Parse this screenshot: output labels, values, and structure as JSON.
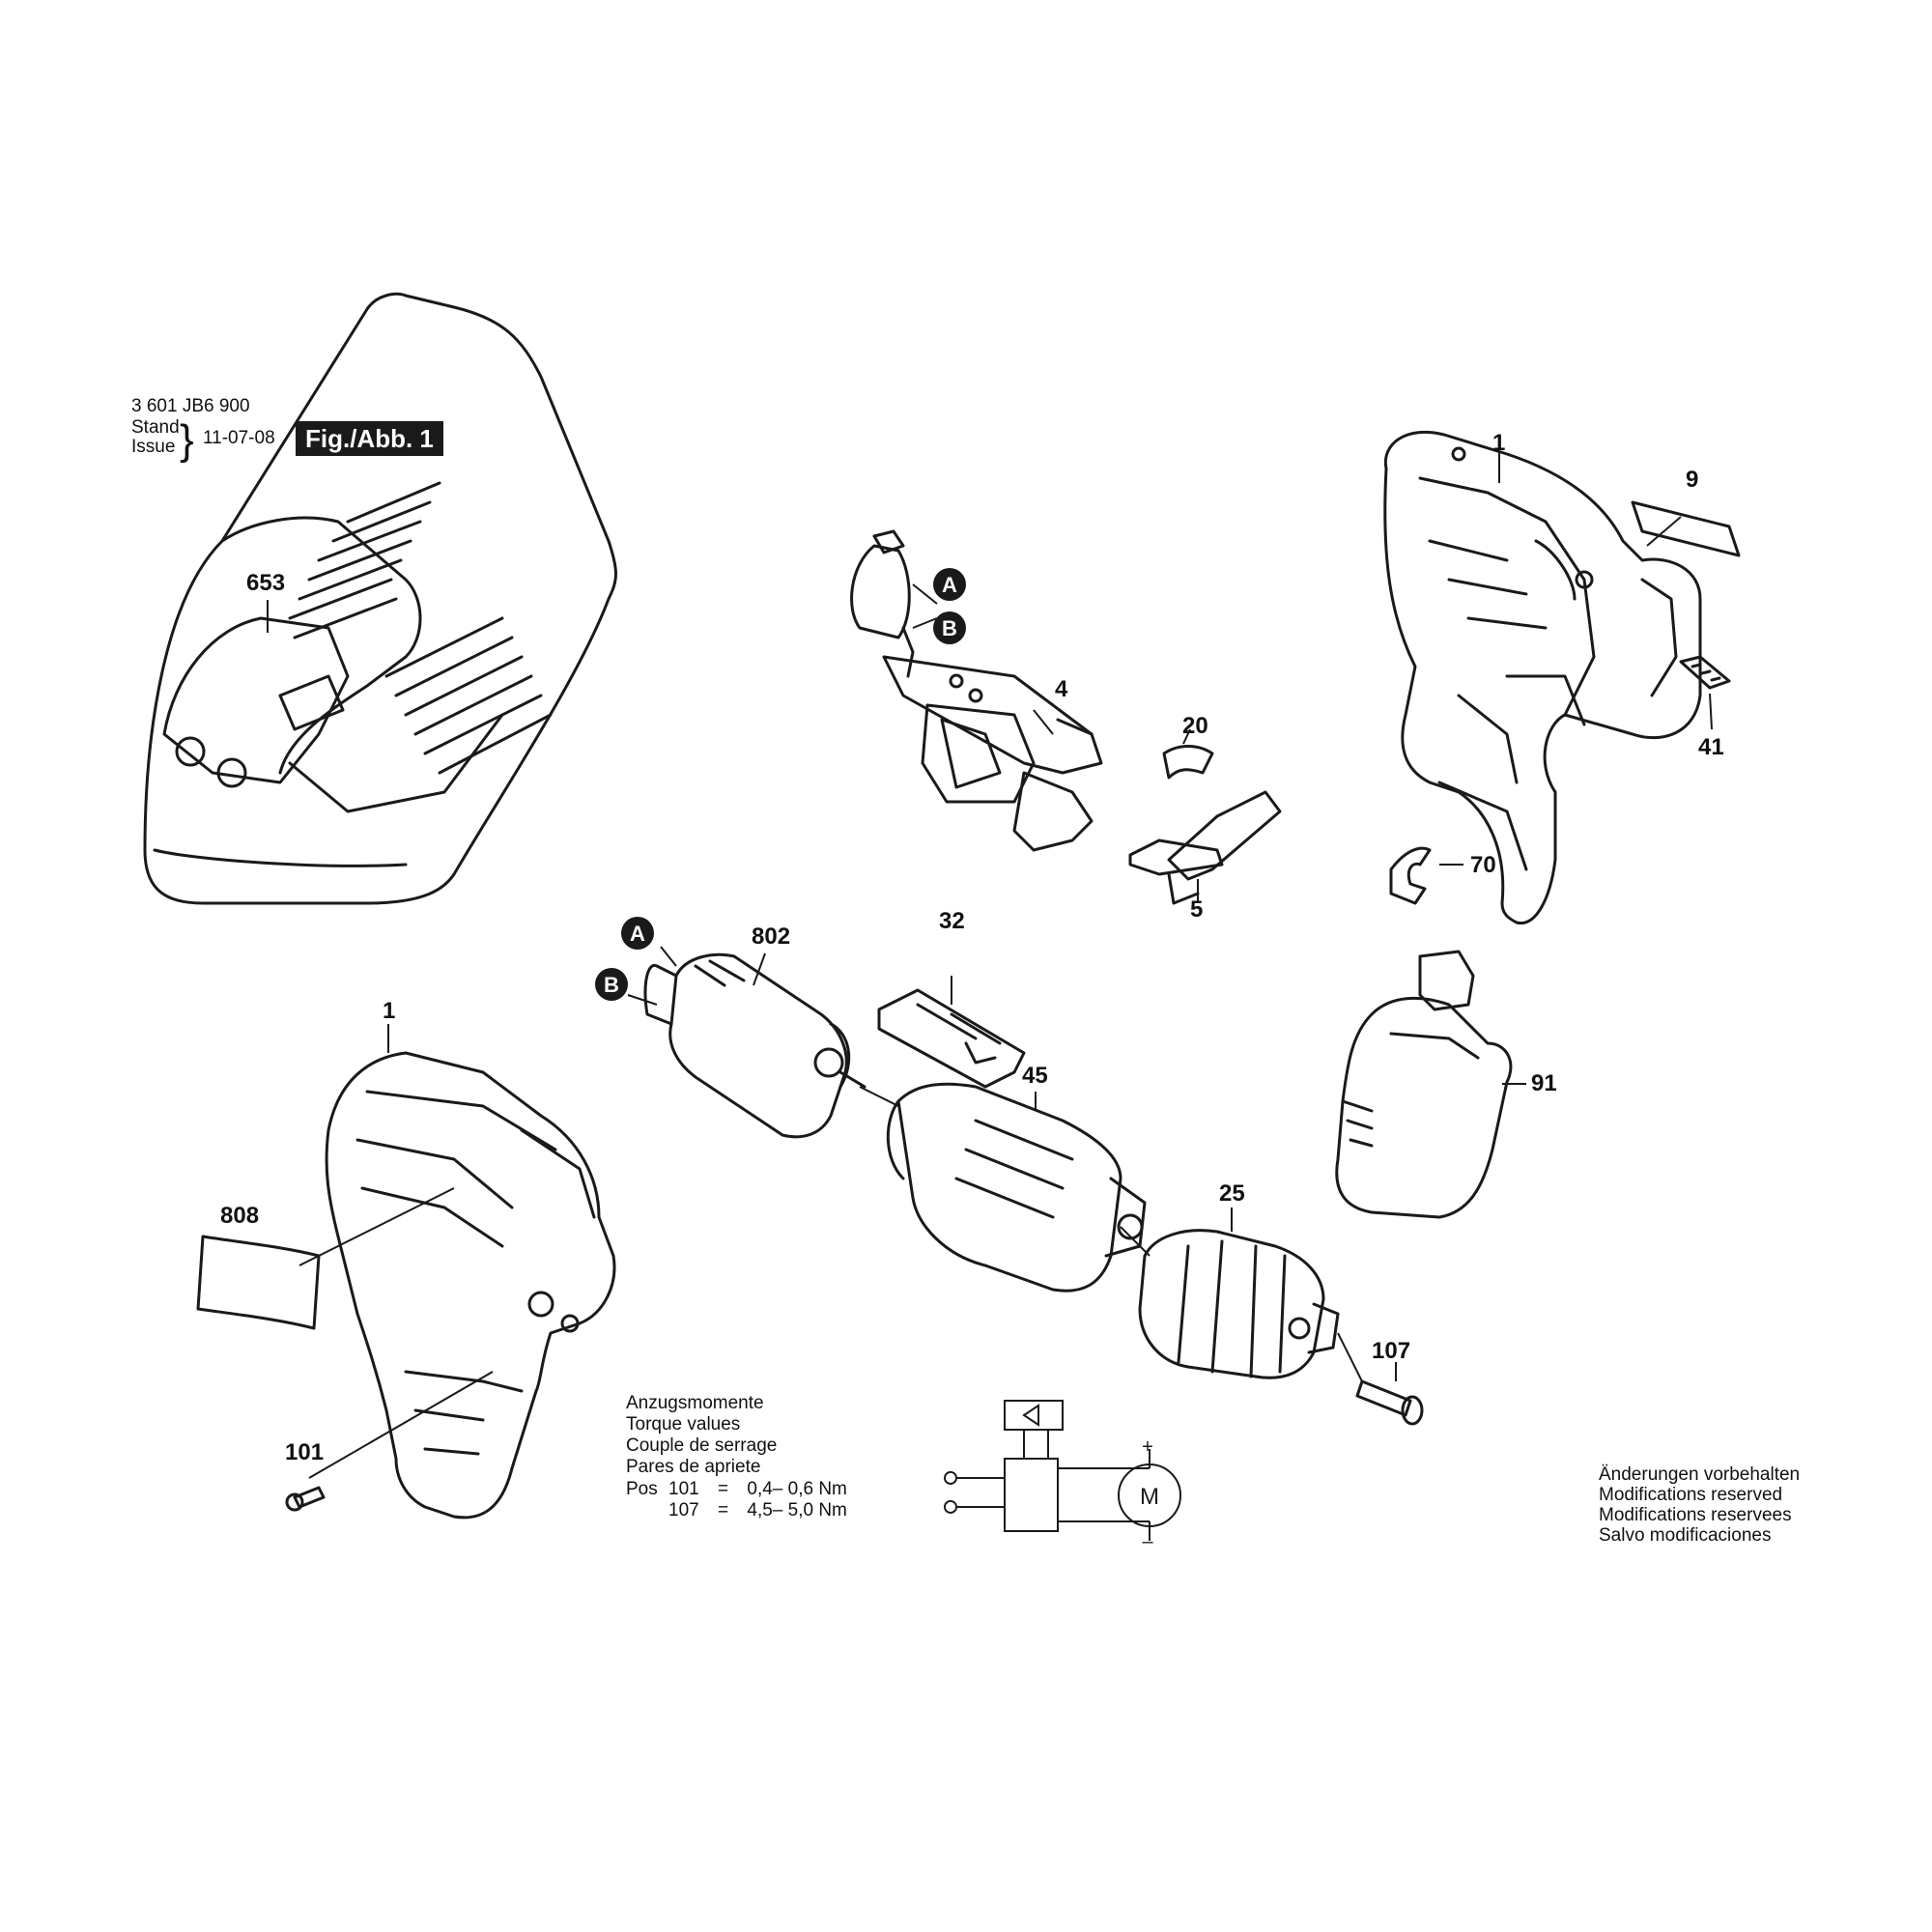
{
  "header": {
    "part_number": "3 601 JB6 900",
    "stand_label": "Stand",
    "issue_label": "Issue",
    "date": "11-07-08",
    "figure_label": "Fig./Abb. 1"
  },
  "parts": {
    "p653": "653",
    "p4": "4",
    "p20": "20",
    "p5": "5",
    "p1_top": "1",
    "p9": "9",
    "p41": "41",
    "p70": "70",
    "p802": "802",
    "p32": "32",
    "p45": "45",
    "p91": "91",
    "p1_bottom": "1",
    "p808": "808",
    "p25": "25",
    "p107": "107",
    "p101": "101"
  },
  "connectors": {
    "a": "A",
    "b": "B"
  },
  "torque": {
    "title_de": "Anzugsmomente",
    "title_en": "Torque values",
    "title_fr": "Couple de serrage",
    "title_es": "Pares de apriete",
    "pos_label": "Pos",
    "rows": [
      {
        "pos": "101",
        "eq": "=",
        "value": "0,4– 0,6 Nm"
      },
      {
        "pos": "107",
        "eq": "=",
        "value": "4,5– 5,0 Nm"
      }
    ]
  },
  "schematic": {
    "motor": "M",
    "plus": "+",
    "minus": "–"
  },
  "notice": {
    "de": "Änderungen vorbehalten",
    "en": "Modifications reserved",
    "fr": "Modifications reservees",
    "es": "Salvo modificaciones"
  },
  "colors": {
    "ink": "#1a1a1a",
    "paper": "#ffffff"
  }
}
